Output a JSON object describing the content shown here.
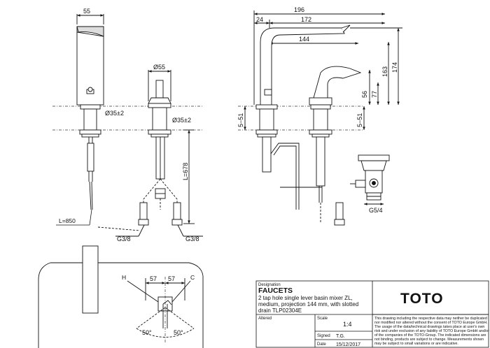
{
  "dimensions": {
    "d55_top": "55",
    "d55": "Ø55",
    "d35_a": "Ø35±2",
    "d35_b": "Ø35±2",
    "l678": "L=678",
    "l850": "L=850",
    "g38_a": "G3/8",
    "g38_b": "G3/8",
    "d196": "196",
    "d24": "24",
    "d172": "172",
    "d144": "144",
    "d163": "163",
    "d174": "174",
    "d77": "77",
    "d56": "56",
    "d5_51_a": "5−51",
    "d5_51_b": "5−51",
    "g54": "G5/4",
    "d57_a": "57",
    "d57_b": "57",
    "h": "H",
    "c": "C",
    "a50_a": "50°",
    "a50_b": "50°"
  },
  "title_block": {
    "designation_label": "Designation",
    "title": "FAUCETS",
    "description_lines": [
      "2 tap hole single lever basin mixer ZL,",
      "medium, projection 144 mm, with slotted",
      "drain  TLP02304E"
    ],
    "altered_label": "Altered",
    "scale_label": "Scale",
    "scale_value": "1:4",
    "signed_label": "Signed",
    "signed_value": "T.G.",
    "date_label": "Date",
    "date_value": "15/12/2017",
    "logo": "TOTO",
    "disclaimer_lines": [
      "This drawing including the respective data may neither be duplicated",
      "nor modified nor altered without the consent of TOTO Europe GmbH.",
      "The usage of the data/technical drawings takes place at user's own",
      "risk and under exclusion of any liability of TOTO Europe GmbH and/or",
      "of the companies of the TOTO-Group. The indicated dimensions are",
      "not binding, products are subject to change. Measurements shown",
      "may be subject to small variations or are indicative."
    ]
  }
}
